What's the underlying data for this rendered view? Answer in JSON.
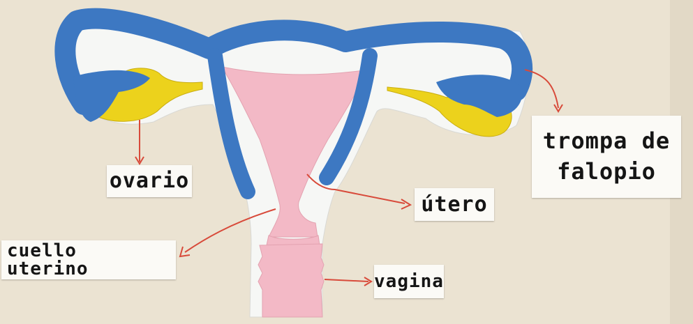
{
  "labels": {
    "ovario": "ovario",
    "trompa_line1": "trompa de",
    "trompa_line2": "falopio",
    "utero": "útero",
    "cuello_line1": "cuello",
    "cuello_line2": "uterino",
    "vagina": "vagina"
  },
  "colors": {
    "background": "#ebe3d2",
    "tube_blue": "#3d78c2",
    "uterus_pink": "#f3b9c6",
    "ovary_yellow": "#ecd21c",
    "paper_white": "#f6f7f5",
    "pointer_red": "#d84a3a",
    "label_paper": "#fbfaf6"
  }
}
